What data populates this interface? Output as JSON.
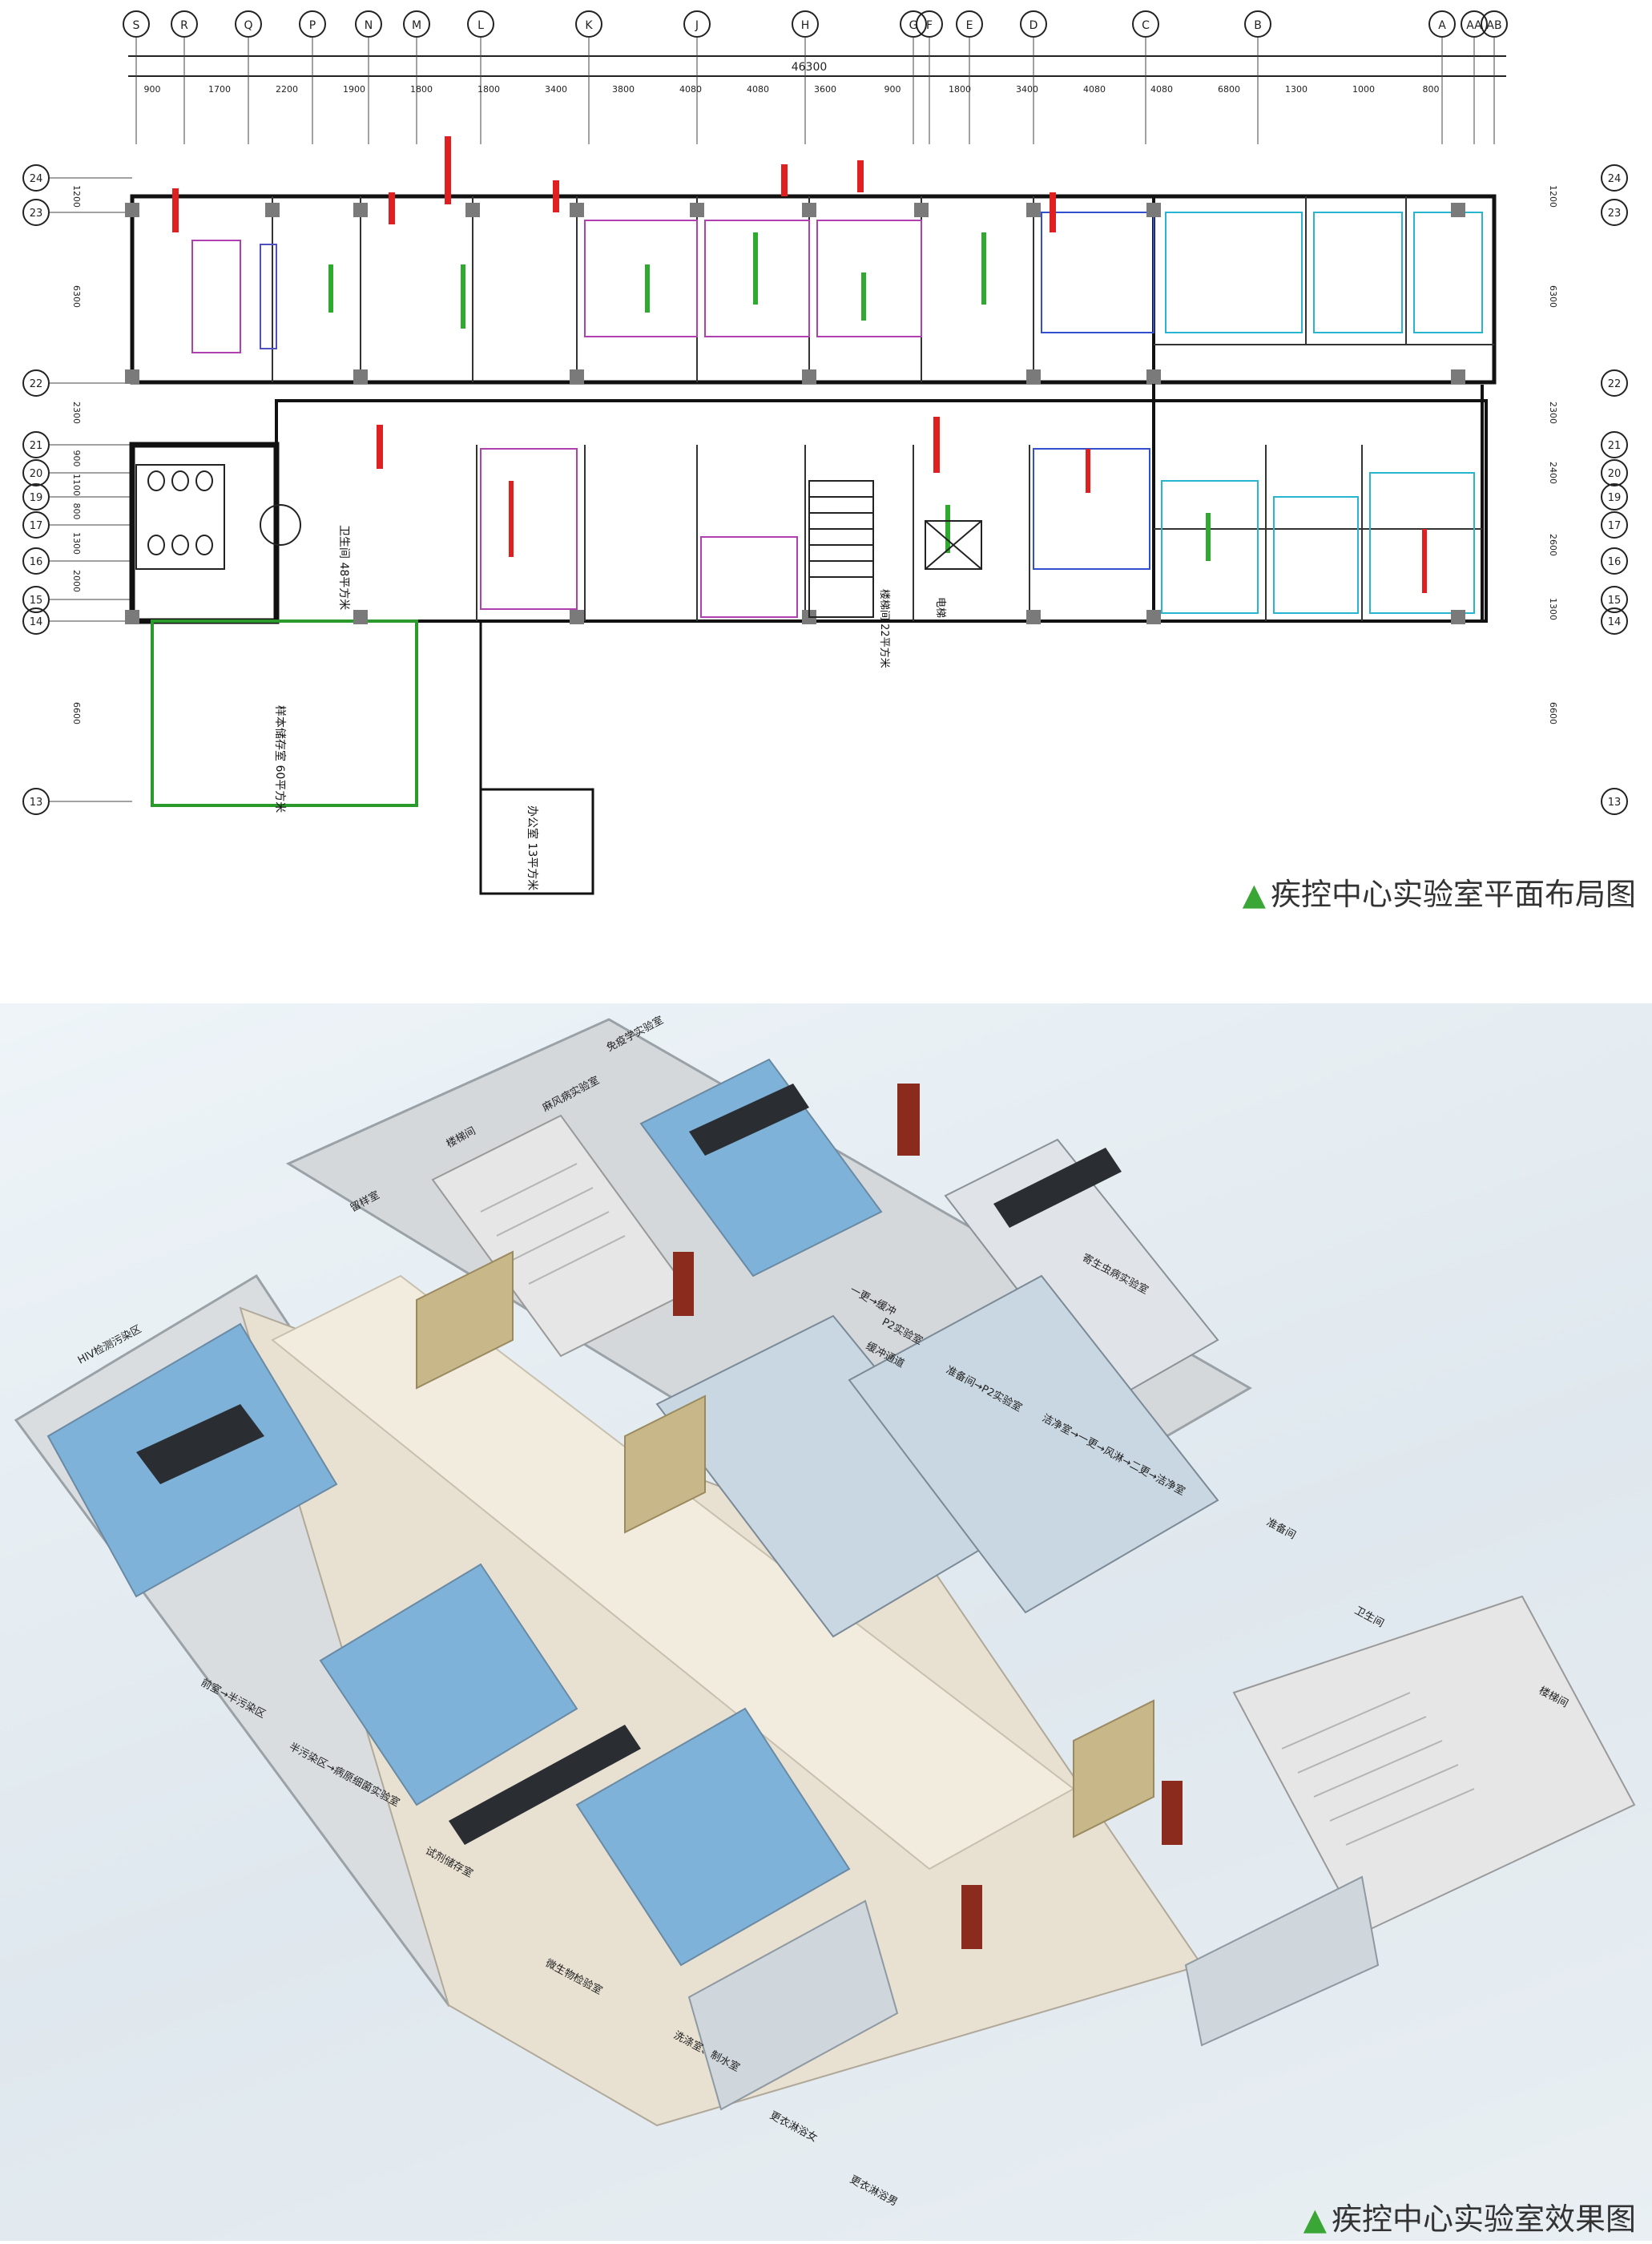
{
  "plan": {
    "caption": "疾控中心实验室平面布局图",
    "top_axes": [
      "S",
      "R",
      "Q",
      "P",
      "N",
      "M",
      "L",
      "K",
      "J",
      "H",
      "G",
      "F",
      "E",
      "D",
      "C",
      "B",
      "A",
      "AA",
      "AB"
    ],
    "top_dims": [
      "900",
      "1700",
      "2200",
      "1900",
      "1800",
      "1800",
      "3400",
      "3800",
      "4080",
      "4080",
      "3600",
      "900",
      "1800",
      "3400",
      "4080",
      "4080",
      "6800",
      "1300",
      "1000",
      "800"
    ],
    "total_dim": "46300",
    "row_axes": [
      "24",
      "23",
      "22",
      "21",
      "20",
      "19",
      "17",
      "16",
      "15",
      "14",
      "13"
    ],
    "left_dims": [
      "1200",
      "6300",
      "2300",
      "900",
      "1100",
      "800",
      "1300",
      "2000",
      "6600"
    ],
    "right_dims": [
      "1200",
      "6300",
      "2300",
      "2400",
      "2600",
      "1300",
      "6600"
    ],
    "room_labels": {
      "toilet": "卫生间 48平方米",
      "storage": "样本储存室 60平方米",
      "office": "办公室 13平方米",
      "stair": "楼梯间 22平方米",
      "elevator": "电梯"
    }
  },
  "render": {
    "caption": "疾控中心实验室效果图",
    "labels": {
      "immunology": "免疫学实验室",
      "leprosy": "麻风病实验室",
      "stair_top": "楼梯间",
      "sample_room": "留样室",
      "hiv": "HIV检测污染区",
      "p2_buffer": "P2实验室",
      "p2_flow1": "一更→缓冲",
      "p2_flow2": "缓冲通道",
      "p2_flow3": "准备间→P2实验室",
      "parasite": "寄生虫病实验室",
      "clean_flow": "洁净室→一更→风淋→二更→洁净室",
      "prep": "准备间",
      "toilet": "卫生间",
      "stair_right": "楼梯间",
      "anteroom": "前室→半污染区",
      "semi": "半污染区→病原细菌实验室",
      "reagent": "试剂储存室",
      "micro": "微生物检验室",
      "wash": "洗涤室、制水室",
      "dress_f": "更衣淋浴女",
      "dress_m": "更衣淋浴男"
    }
  }
}
